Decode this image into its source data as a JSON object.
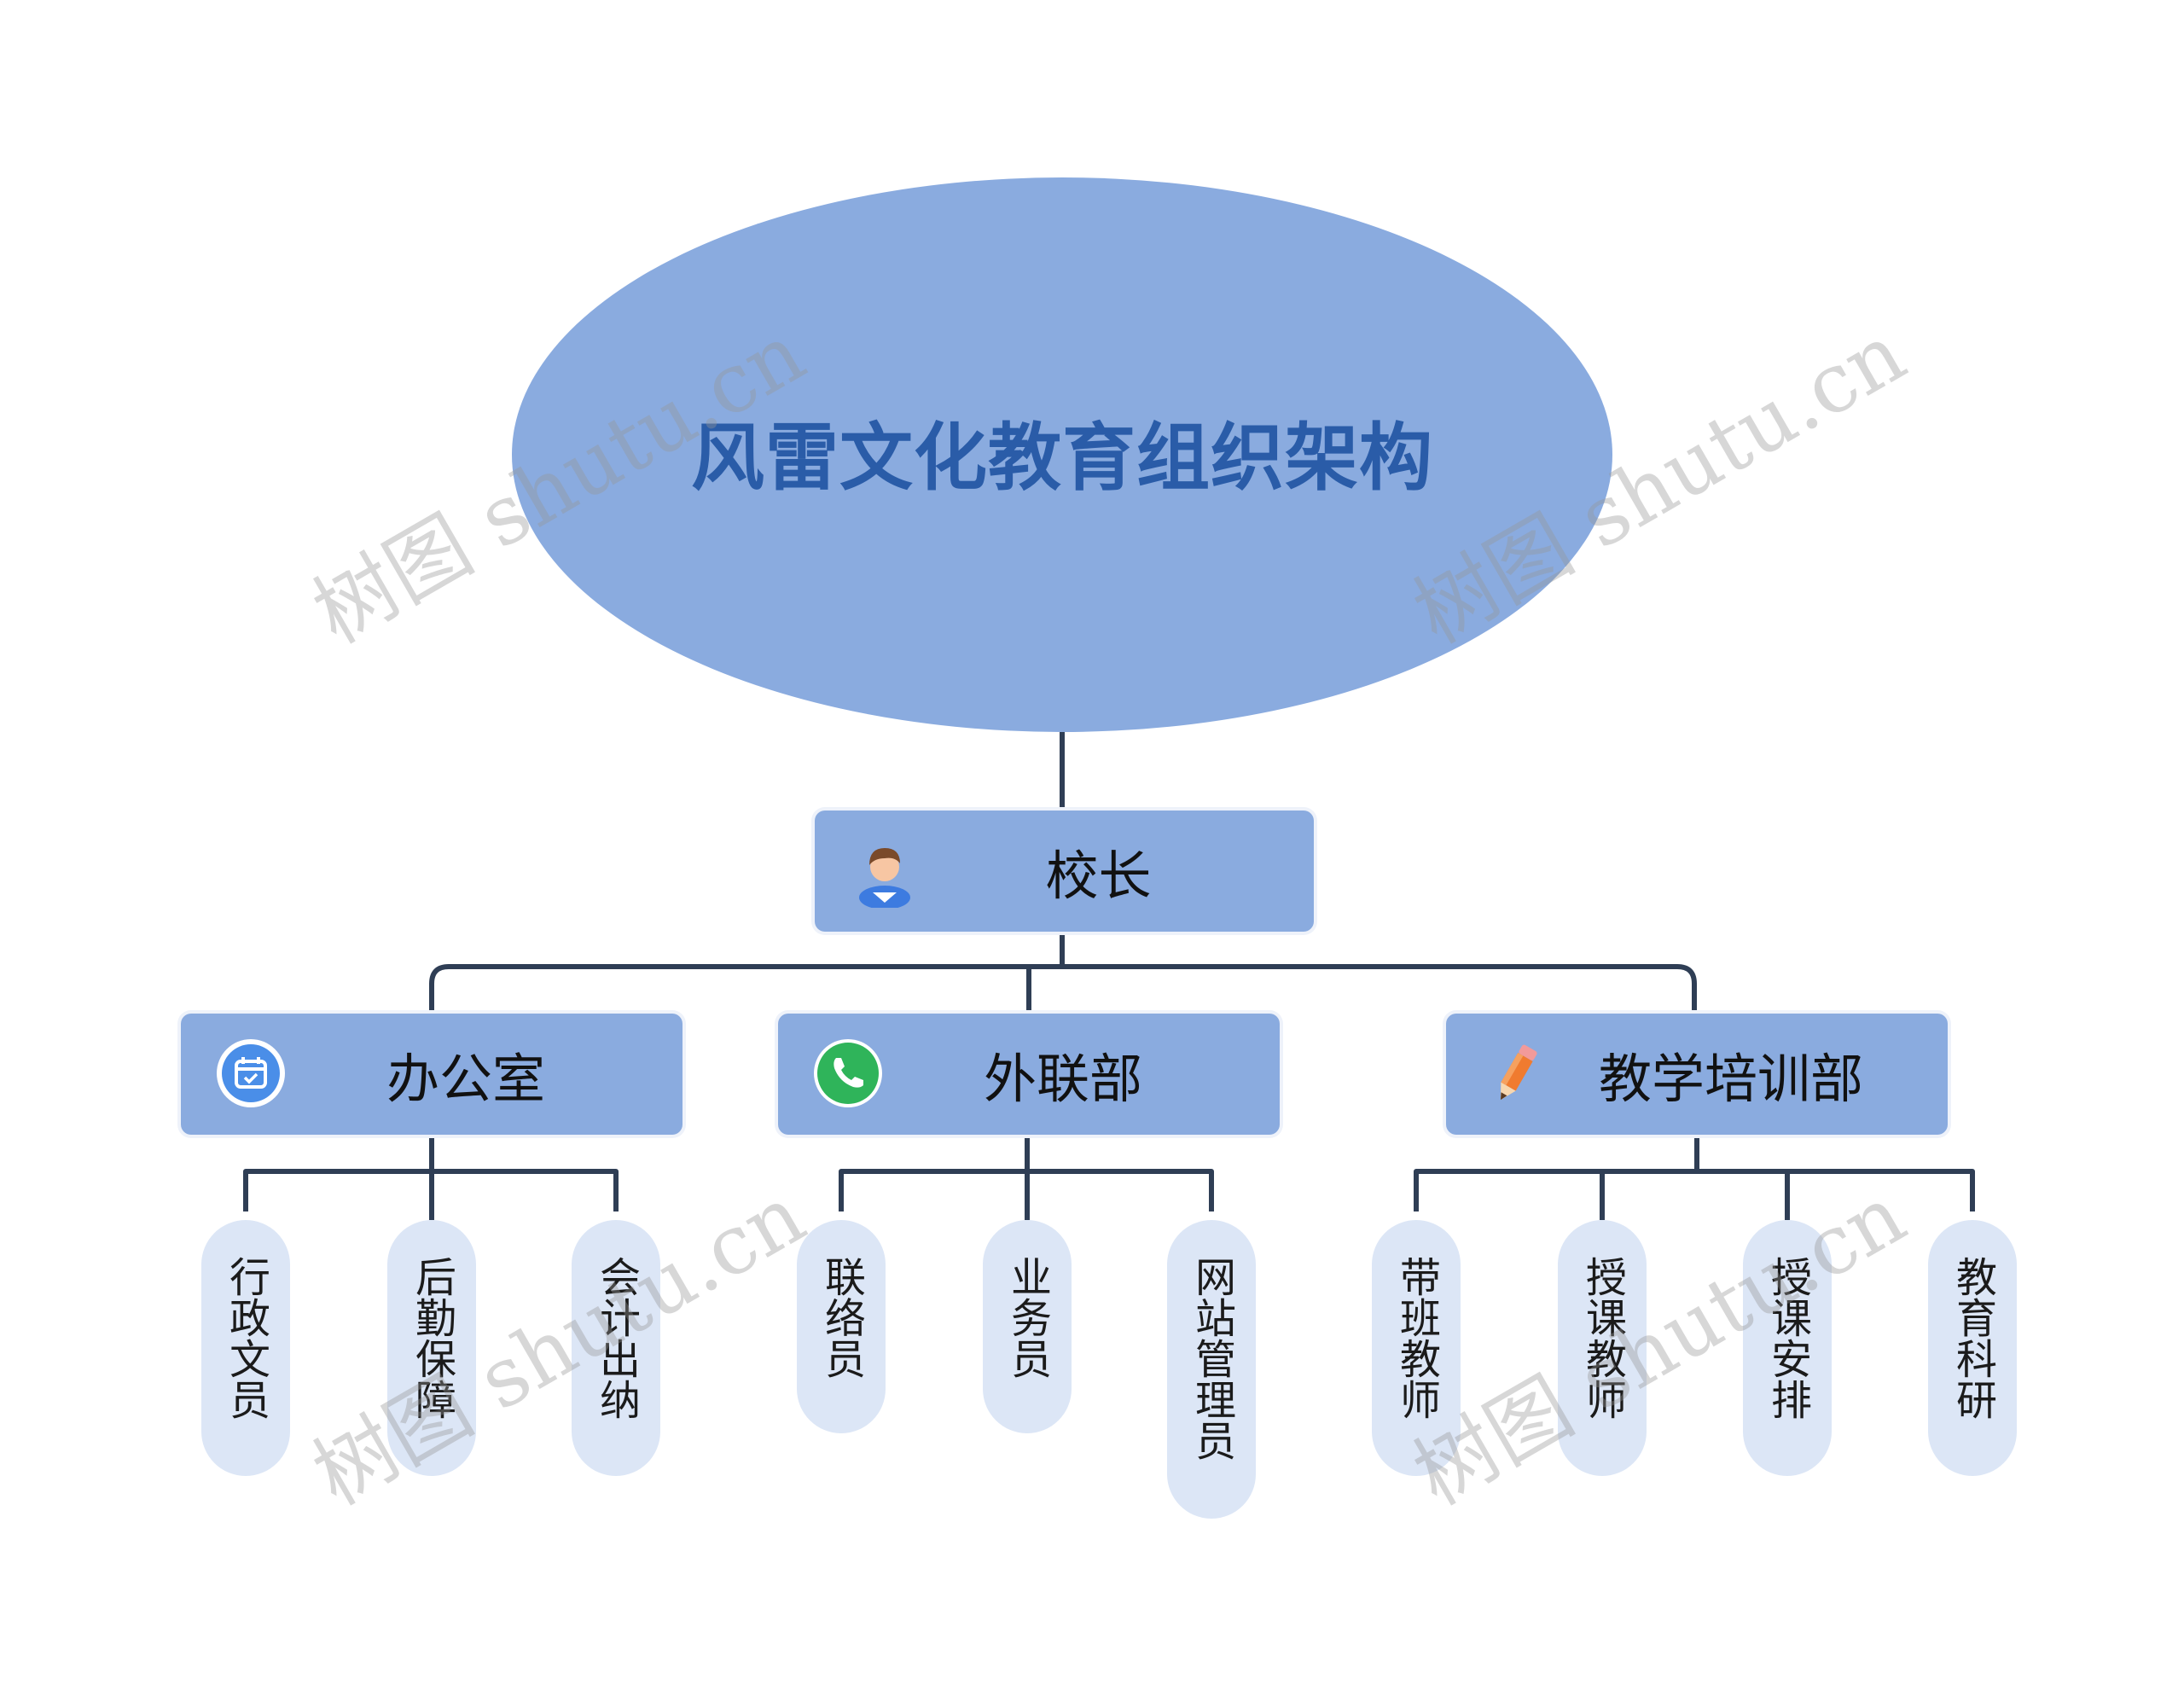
{
  "root": {
    "title": "风雷文化教育组织架构"
  },
  "principal": {
    "label": "校长",
    "icon": "person-avatar-icon"
  },
  "departments": [
    {
      "label": "办公室",
      "icon": "calendar-icon",
      "roles": [
        "行政文员",
        "后勤保障",
        "会计出纳"
      ]
    },
    {
      "label": "外联部",
      "icon": "phone-icon",
      "roles": [
        "联络员",
        "业务员",
        "网站管理员"
      ]
    },
    {
      "label": "教学培训部",
      "icon": "pencil-icon",
      "roles": [
        "带班教师",
        "授课教师",
        "授课安排",
        "教育科研"
      ]
    }
  ],
  "watermark": "树图 shutu.cn",
  "colors": {
    "node_fill": "#8aabdf",
    "leaf_fill": "#dce6f6",
    "title_text": "#2a5ca8",
    "connector": "#2f3e55"
  }
}
